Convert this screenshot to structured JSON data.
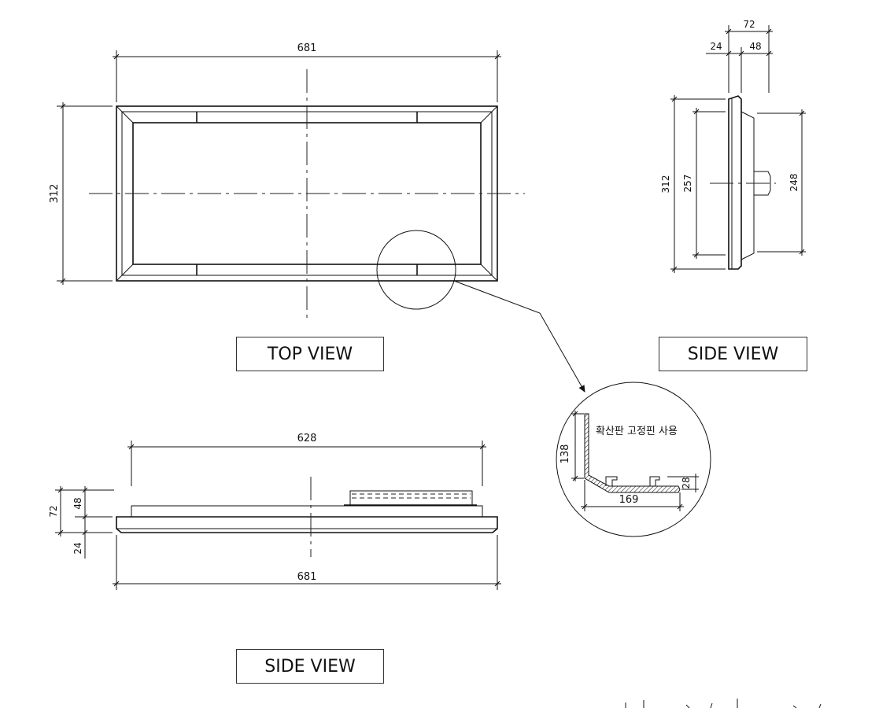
{
  "views": {
    "top_label": "TOP VIEW",
    "side_right_label": "SIDE VIEW",
    "side_bottom_label": "SIDE VIEW"
  },
  "top_view": {
    "width": "681",
    "height": "312"
  },
  "side_view_right": {
    "total": "72",
    "flange": "24",
    "body": "48",
    "h_outer": "312",
    "h_inner": "257",
    "h_body": "248"
  },
  "side_view_bottom": {
    "width_top": "628",
    "width_bottom": "681",
    "total": "72",
    "body": "48",
    "flange": "24"
  },
  "detail": {
    "note": "확산판 고정핀 사용",
    "height": "138",
    "width": "169",
    "step": "28"
  }
}
